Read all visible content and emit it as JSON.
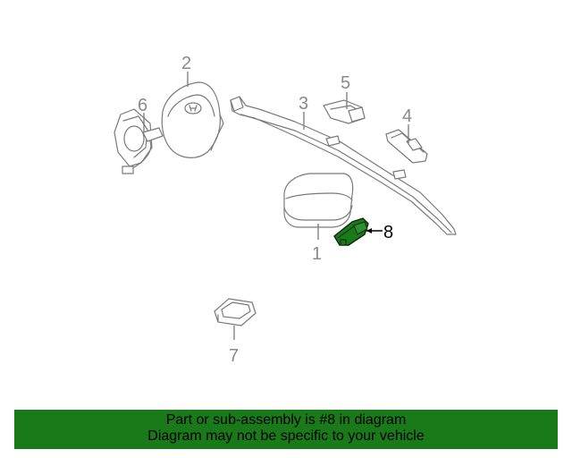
{
  "callouts": [
    "1",
    "2",
    "3",
    "4",
    "5",
    "6",
    "7",
    "8"
  ],
  "highlight_color": "#1a7a1a",
  "banner": {
    "line1": "Part or sub-assembly is #8 in diagram",
    "line2": "Diagram may not be specific to your vehicle"
  }
}
